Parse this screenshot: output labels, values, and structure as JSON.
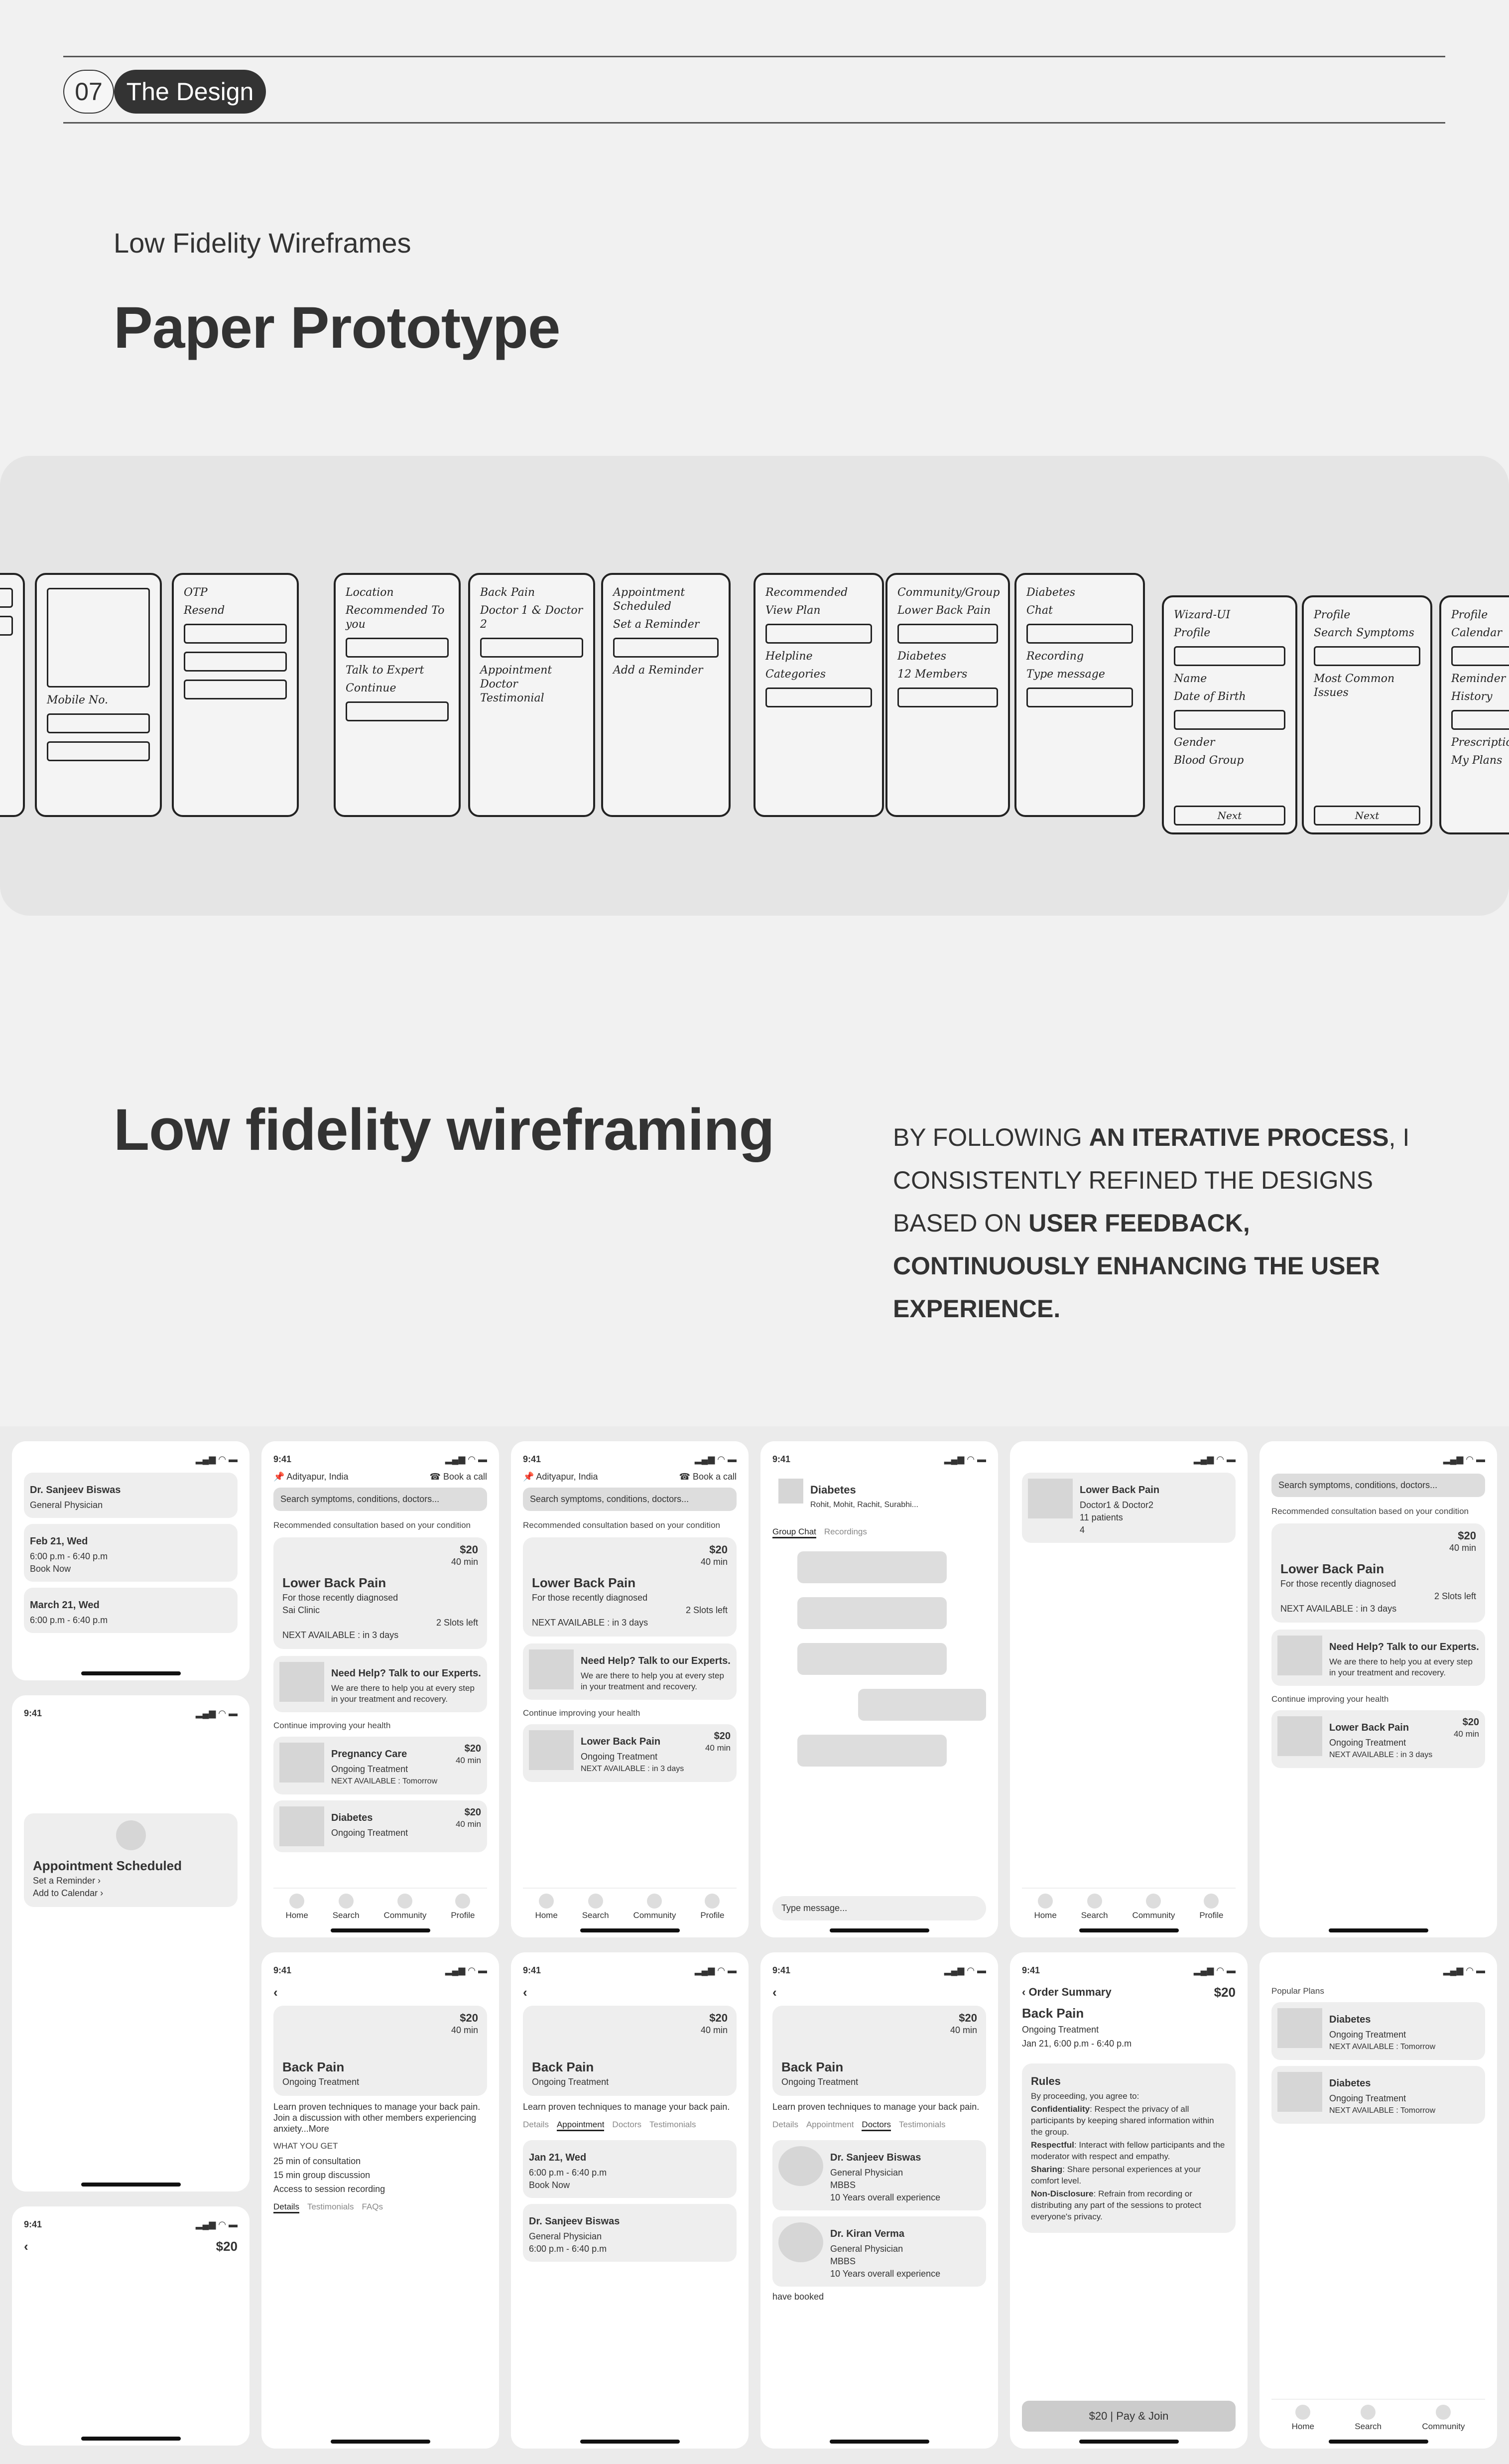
{
  "header": {
    "section_number": "07",
    "section_title": "The Design"
  },
  "paper_prototype": {
    "eyebrow": "Low Fidelity Wireframes",
    "title": "Paper Prototype",
    "sketches": [
      {
        "lines": []
      },
      {
        "lines": [
          "Mobile No."
        ]
      },
      {
        "lines": [
          "OTP",
          "Resend"
        ]
      },
      {
        "lines": [
          "Location",
          "Recommended To you",
          "Talk to Expert",
          "Continue"
        ]
      },
      {
        "lines": [
          "Back Pain",
          "Doctor 1 & Doctor 2",
          "Appointment Doctor Testimonial"
        ]
      },
      {
        "lines": [
          "Appointment Scheduled",
          "Set a Reminder",
          "Add a Reminder"
        ]
      },
      {
        "lines": [
          "Recommended",
          "View Plan",
          "Helpline",
          "Categories"
        ]
      },
      {
        "lines": [
          "Community/Group",
          "Lower Back Pain",
          "Diabetes",
          "12 Members"
        ]
      },
      {
        "lines": [
          "Diabetes",
          "Chat",
          "Recording",
          "Type message"
        ]
      },
      {
        "lines": [
          "Wizard-UI",
          "Profile",
          "Name",
          "Date of Birth",
          "Gender",
          "Blood Group"
        ],
        "next": "Next"
      },
      {
        "lines": [
          "Profile",
          "Search Symptoms",
          "Most Common Issues"
        ],
        "next": "Next"
      },
      {
        "lines": [
          "Profile",
          "Calendar",
          "Reminder",
          "History",
          "Prescription",
          "My Plans"
        ]
      }
    ]
  },
  "wireframing": {
    "title": "Low fidelity wireframing",
    "description": {
      "p1": "BY FOLLOWING ",
      "b1": "AN ITERATIVE PROCESS",
      "p2": ", I CONSISTENTLY REFINED THE DESIGNS BASED ON ",
      "b2": "USER FEEDBACK,",
      "p3": " ",
      "b3": "CONTINUOUSLY ENHANCING THE USER EXPERIENCE."
    }
  },
  "mockups": [
    [
      {
        "kind": "slots",
        "rows": [
          [
            "Dr. Sanjeev Biswas",
            "General Physician"
          ],
          [
            "Feb 21, Wed",
            "6:00 p.m - 6:40 p.m",
            "Book Now"
          ],
          [
            "March 21, Wed",
            "6:00 p.m - 6:40 p.m"
          ]
        ]
      },
      {
        "kind": "scheduled",
        "time": "9:41",
        "title": "Appointment Scheduled",
        "items": [
          "Set a Reminder",
          "Add to Calendar"
        ]
      },
      {
        "kind": "back",
        "time": "9:41",
        "price": "$20"
      }
    ],
    [
      {
        "kind": "home",
        "time": "9:41",
        "location": "Adityapur, India",
        "call": "Book a call",
        "search": "Search symptoms, conditions, doctors...",
        "rec": "Recommended consultation based on your condition",
        "card": {
          "title": "Lower Back Pain",
          "sub": "For those recently diagnosed",
          "clinic": "Sai Clinic",
          "price": "$20",
          "dur": "40 min",
          "next": "NEXT AVAILABLE : in 3 days",
          "slots": "2 Slots left"
        },
        "help": {
          "title": "Need Help? Talk to our Experts.",
          "sub": "We are there to help you at every step in your treatment and recovery."
        },
        "cont": "Continue improving your health",
        "rows": [
          {
            "title": "Pregnancy Care",
            "sub": "Ongoing Treatment",
            "next": "NEXT AVAILABLE : Tomorrow",
            "price": "$20",
            "dur": "40 min"
          },
          {
            "title": "Diabetes",
            "sub": "Ongoing Treatment",
            "price": "$20",
            "dur": "40 min"
          }
        ],
        "nav": [
          "Home",
          "Search",
          "Community",
          "Profile"
        ]
      },
      {
        "kind": "detail",
        "time": "9:41",
        "title": "Back Pain",
        "sub": "Ongoing Treatment",
        "price": "$20",
        "dur": "40 min",
        "desc": "Learn proven techniques to manage your back pain. Join a discussion with other members experiencing anxiety...More",
        "get_label": "WHAT YOU GET",
        "gets": [
          "25 min of consultation",
          "15 min group discussion",
          "Access to session recording"
        ],
        "tabs": [
          "Details",
          "Testimonials",
          "FAQs"
        ]
      }
    ],
    [
      {
        "kind": "home",
        "time": "9:41",
        "location": "Adityapur, India",
        "call": "Book a call",
        "search": "Search symptoms, conditions, doctors...",
        "rec": "Recommended consultation based on your condition",
        "card": {
          "title": "Lower Back Pain",
          "sub": "For those recently diagnosed",
          "clinic": "",
          "price": "$20",
          "dur": "40 min",
          "next": "NEXT AVAILABLE : in 3 days",
          "slots": "2 Slots left"
        },
        "help": {
          "title": "Need Help? Talk to our Experts.",
          "sub": "We are there to help you at every step in your treatment and recovery."
        },
        "cont": "Continue improving your health",
        "rows": [
          {
            "title": "Lower Back Pain",
            "sub": "Ongoing Treatment",
            "next": "NEXT AVAILABLE : in 3 days",
            "price": "$20",
            "dur": "40 min"
          }
        ],
        "nav": [
          "Home",
          "Search",
          "Community",
          "Profile"
        ]
      },
      {
        "kind": "appt",
        "time": "9:41",
        "title": "Back Pain",
        "sub": "Ongoing Treatment",
        "price": "$20",
        "dur": "40 min",
        "desc": "Learn proven techniques to manage your back pain.",
        "tabs": [
          "Details",
          "Appointment",
          "Doctors",
          "Testimonials"
        ],
        "active": 1,
        "slots": [
          [
            "Jan 21, Wed",
            "6:00 p.m - 6:40 p.m",
            "Book Now"
          ],
          [
            "Dr. Sanjeev Biswas",
            "General Physician",
            "6:00 p.m - 6:40 p.m"
          ]
        ]
      }
    ],
    [
      {
        "kind": "chat",
        "time": "9:41",
        "title": "Diabetes",
        "members": "Rohit, Mohit, Rachit, Surabhi...",
        "tabs": [
          "Group Chat",
          "Recordings"
        ],
        "placeholder": "Type message..."
      },
      {
        "kind": "doctors",
        "time": "9:41",
        "title": "Back Pain",
        "sub": "Ongoing Treatment",
        "price": "$20",
        "dur": "40 min",
        "desc": "Learn proven techniques to manage your back pain.",
        "tabs": [
          "Details",
          "Appointment",
          "Doctors",
          "Testimonials"
        ],
        "active": 2,
        "docs": [
          [
            "Dr. Sanjeev Biswas",
            "General Physician",
            "MBBS",
            "10 Years overall experience"
          ],
          [
            "Dr. Kiran Verma",
            "General Physician",
            "MBBS",
            "10 Years overall experience"
          ]
        ],
        "foot": "have booked"
      }
    ],
    [
      {
        "kind": "community",
        "rows": [
          [
            "Lower Back Pain",
            "Doctor1 & Doctor2",
            "11 patients",
            "4"
          ]
        ],
        "nav": [
          "Home",
          "Search",
          "Community",
          "Profile"
        ]
      },
      {
        "kind": "order",
        "time": "9:41",
        "heading": "Order Summary",
        "price": "$20",
        "title": "Back Pain",
        "sub": "Ongoing Treatment",
        "date": "Jan 21, 6:00 p.m - 6:40 p.m",
        "rules_title": "Rules",
        "rules_intro": "By proceeding, you agree to:",
        "rules": [
          [
            "Confidentiality",
            ": Respect the privacy of all participants by keeping shared information within the group."
          ],
          [
            "Respectful",
            ": Interact with fellow participants and the moderator with respect and empathy."
          ],
          [
            "Sharing",
            ": Share personal experiences at your comfort level."
          ],
          [
            "Non-Disclosure",
            ": Refrain from recording or distributing any part of the sessions to protect everyone's privacy."
          ]
        ],
        "cta": "$20 | Pay & Join"
      }
    ],
    [
      {
        "kind": "home",
        "time": "",
        "location": "",
        "call": "",
        "search": "Search symptoms, conditions, doctors...",
        "rec": "Recommended consultation based on your condition",
        "card": {
          "title": "Lower Back Pain",
          "sub": "For those recently diagnosed",
          "clinic": "",
          "price": "$20",
          "dur": "40 min",
          "next": "NEXT AVAILABLE : in 3 days",
          "slots": "2 Slots left"
        },
        "help": {
          "title": "Need Help? Talk to our Experts.",
          "sub": "We are there to help you at every step in your treatment and recovery."
        },
        "cont": "Continue improving your health",
        "rows": [
          {
            "title": "Lower Back Pain",
            "sub": "Ongoing Treatment",
            "next": "NEXT AVAILABLE : in 3 days",
            "price": "$20",
            "dur": "40 min"
          }
        ],
        "nav": []
      },
      {
        "kind": "plans",
        "label": "Popular Plans",
        "rows": [
          {
            "title": "Diabetes",
            "sub": "Ongoing Treatment",
            "next": "NEXT AVAILABLE : Tomorrow"
          },
          {
            "title": "Diabetes",
            "sub": "Ongoing Treatment",
            "next": "NEXT AVAILABLE : Tomorrow"
          }
        ],
        "nav": [
          "Home",
          "Search",
          "Community"
        ]
      }
    ]
  ]
}
